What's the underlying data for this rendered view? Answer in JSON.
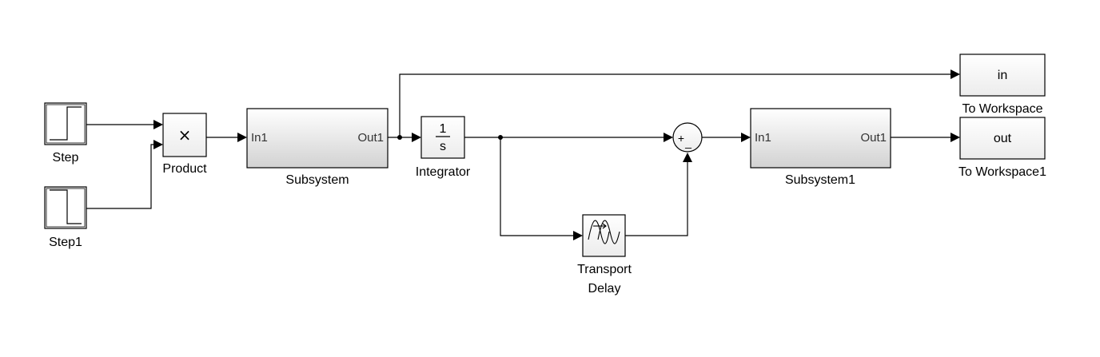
{
  "blocks": {
    "step": {
      "label": "Step"
    },
    "step1": {
      "label": "Step1"
    },
    "product": {
      "label": "Product",
      "symbol": "×"
    },
    "subsystem": {
      "label": "Subsystem",
      "in_port": "In1",
      "out_port": "Out1"
    },
    "integrator": {
      "label": "Integrator",
      "numerator": "1",
      "denominator": "s"
    },
    "sum": {
      "plus": "+",
      "minus": "_"
    },
    "transport_delay": {
      "label_line1": "Transport",
      "label_line2": "Delay"
    },
    "subsystem1": {
      "label": "Subsystem1",
      "in_port": "In1",
      "out_port": "Out1"
    },
    "to_workspace": {
      "label": "To Workspace",
      "var": "in"
    },
    "to_workspace1": {
      "label": "To Workspace1",
      "var": "out"
    }
  },
  "colors": {
    "subsystem_gradient_top": "#ffffff",
    "subsystem_gradient_bottom": "#d6d6d6",
    "wire": "#000000"
  }
}
